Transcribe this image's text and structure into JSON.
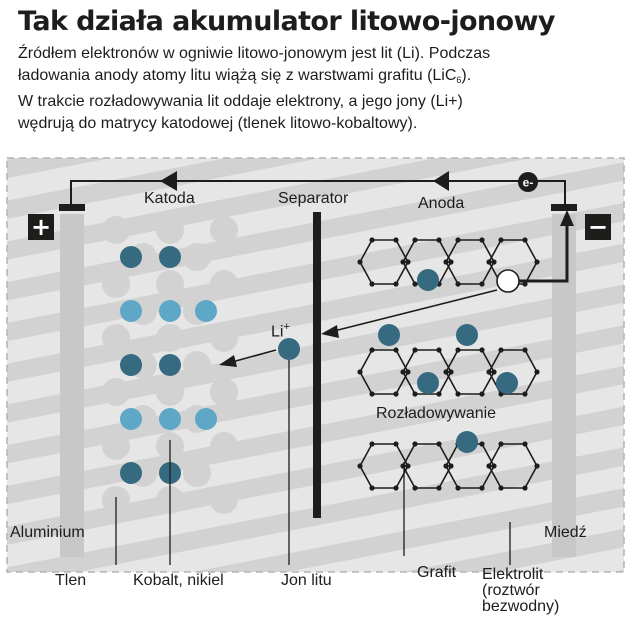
{
  "title": "Tak działa akumulator litowo-jonowy",
  "description": {
    "line1": "Źródłem elektronów w ogniwie litowo-jonowym jest lit (Li). Podczas",
    "line2_pre": "ładowania anody atomy litu wiążą się z warstwami grafitu (LiC",
    "line2_sub": "6",
    "line2_post": ").",
    "line3": "W trakcie rozładowywania lit oddaje elektrony, a jego jony (Li+)",
    "line4": "wędrują do matrycy katodowej (tlenek litowo-kobaltowy)."
  },
  "labels": {
    "cathode": "Katoda",
    "separator": "Separator",
    "anode": "Anoda",
    "electron": "e-",
    "plus": "+",
    "minus": "−",
    "li_ion": "Li",
    "li_ion_sup": "+",
    "discharging": "Rozładowywanie"
  },
  "legend": {
    "aluminium": "Aluminium",
    "oxygen": "Tlen",
    "cobalt_nickel": "Kobalt, nikiel",
    "lithium_ion": "Jon litu",
    "graphite": "Grafit",
    "electrolyte_1": "Elektrolit",
    "electrolyte_2": "(roztwór",
    "electrolyte_3": "bezwodny)",
    "copper": "Miedź"
  },
  "colors": {
    "panel": "#e6e6e6",
    "hatch": "#d2d2d2",
    "dashed_border": "#b4b4b4",
    "electrode": "#c8c8c8",
    "oxygen_atom": "#d2d2d2",
    "metal_dark": "#366a80",
    "metal_light": "#5fa7c6",
    "lithium_ion": "#366a80",
    "ink": "#1d1d1b"
  }
}
